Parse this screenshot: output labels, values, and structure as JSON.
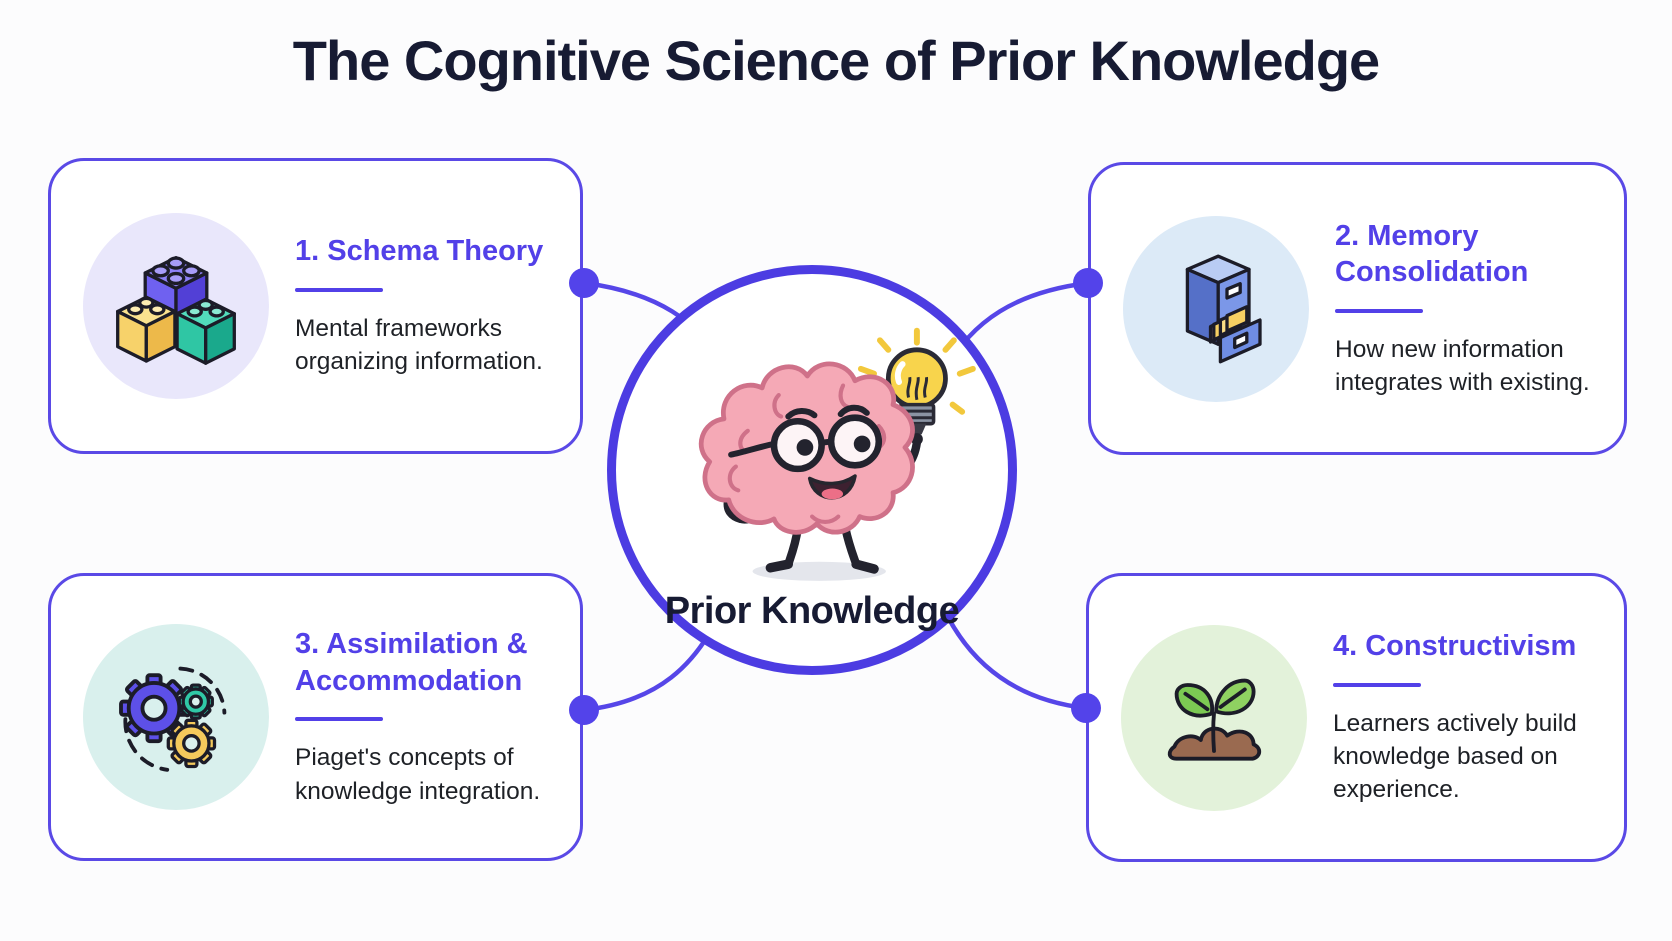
{
  "title": "The Cognitive Science of Prior Knowledge",
  "center": {
    "label": "Prior Knowledge",
    "illustration": "brain-character-holding-lightbulb"
  },
  "cards": [
    {
      "id": "schema-theory",
      "heading": "1. Schema Theory",
      "description": "Mental frameworks organizing information.",
      "icon": "building-blocks-icon",
      "icon_bg": "#e9e7fb"
    },
    {
      "id": "memory-consolidation",
      "heading": "2. Memory Consolidation",
      "description": "How new information integrates with existing.",
      "icon": "filing-cabinet-icon",
      "icon_bg": "#dceaf7"
    },
    {
      "id": "assimilation-accommodation",
      "heading": "3. Assimilation & Accommodation",
      "description": "Piaget's concepts of knowledge integration.",
      "icon": "gears-icon",
      "icon_bg": "#d9f0ed"
    },
    {
      "id": "constructivism",
      "heading": "4. Constructivism",
      "description": "Learners actively build knowledge based on experience.",
      "icon": "seedling-icon",
      "icon_bg": "#e3f2da"
    }
  ],
  "colors": {
    "accent": "#5240e8",
    "card_border": "#5a49e6",
    "circle_border": "#4c3ce2",
    "connector": "#5646e8",
    "dot": "#5343ea",
    "title": "#171b33",
    "body_text": "#1e2126"
  }
}
